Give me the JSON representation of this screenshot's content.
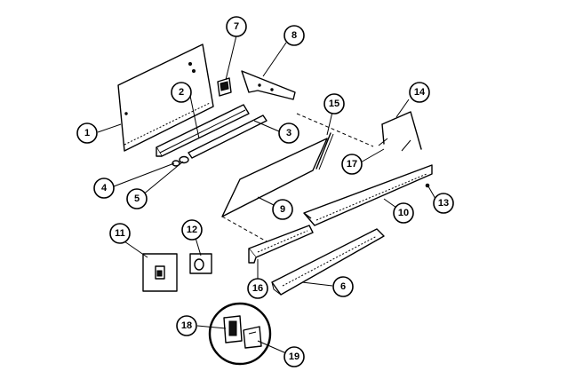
{
  "callouts": [
    {
      "id": "1",
      "label": "1"
    },
    {
      "id": "2",
      "label": "2"
    },
    {
      "id": "3",
      "label": "3"
    },
    {
      "id": "4",
      "label": "4"
    },
    {
      "id": "5",
      "label": "5"
    },
    {
      "id": "6a",
      "label": "6"
    },
    {
      "id": "6b",
      "label": "6"
    },
    {
      "id": "7",
      "label": "7"
    },
    {
      "id": "8",
      "label": "8"
    },
    {
      "id": "9",
      "label": "9"
    },
    {
      "id": "10",
      "label": "10"
    },
    {
      "id": "11",
      "label": "11"
    },
    {
      "id": "12",
      "label": "12"
    },
    {
      "id": "13",
      "label": "13"
    },
    {
      "id": "14",
      "label": "14"
    },
    {
      "id": "15",
      "label": "15"
    },
    {
      "id": "16",
      "label": "16"
    },
    {
      "id": "17",
      "label": "17"
    },
    {
      "id": "18",
      "label": "18"
    },
    {
      "id": "19",
      "label": "19"
    }
  ]
}
